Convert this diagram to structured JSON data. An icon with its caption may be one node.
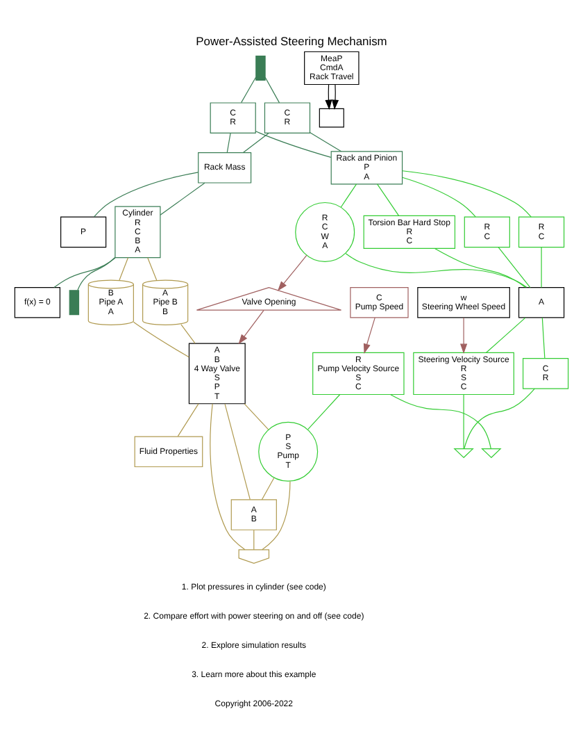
{
  "diagram": {
    "title": "Power-Assisted Steering Mechanism",
    "nodes": [
      {
        "text": [],
        "shape": "wall"
      },
      {
        "text": [
          "C",
          "R"
        ]
      },
      {
        "text": [
          "C",
          "R"
        ]
      },
      {
        "text": [
          "Rack Mass"
        ]
      },
      {
        "text": [
          "P"
        ]
      },
      {
        "text": [
          "Cylinder",
          "R",
          "C",
          "B",
          "A"
        ]
      },
      {
        "text": [
          "f(x) = 0"
        ]
      },
      {
        "text": [],
        "shape": "wall"
      },
      {
        "text": [
          "Rack and Pinion",
          "P",
          "A"
        ]
      },
      {
        "text": [
          "B",
          "Pipe A",
          "A"
        ]
      },
      {
        "text": [
          "A",
          "Pipe B",
          "B"
        ]
      },
      {
        "text": [
          "Torsion Bar Hard Stop",
          "R",
          "C"
        ]
      },
      {
        "text": [
          "R",
          "C"
        ]
      },
      {
        "text": [
          "R",
          "C"
        ]
      },
      {
        "text": [
          "R",
          "C",
          "W",
          "A"
        ]
      },
      {
        "text": [
          "Valve Opening"
        ]
      },
      {
        "text": [
          "A",
          "B",
          "4 Way Valve",
          "S",
          "P",
          "T"
        ]
      },
      {
        "text": [
          "A"
        ]
      },
      {
        "text": [
          "Steering Velocity Source",
          "R",
          "S",
          "C"
        ]
      },
      {
        "text": [
          "C",
          "R"
        ]
      },
      {
        "text": [],
        "shape": "ground"
      },
      {
        "text": [
          "w",
          "Steering Wheel Speed"
        ]
      },
      {
        "text": [
          "P",
          "S",
          "Pump",
          "T"
        ]
      },
      {
        "text": [
          "A",
          "B"
        ]
      },
      {
        "text": [],
        "shape": "tank"
      },
      {
        "text": [
          "Fluid Properties"
        ]
      },
      {
        "text": [
          "R",
          "Pump Velocity Source",
          "S",
          "C"
        ]
      },
      {
        "text": [],
        "shape": "ground"
      },
      {
        "text": [
          "C",
          "Pump Speed"
        ]
      },
      {
        "text": [
          "MeaP",
          "CmdA",
          "Rack Travel"
        ]
      },
      {
        "text": [],
        "shape": "box"
      }
    ],
    "edges": [
      {
        "from": 0,
        "to": 1,
        "arrow": "none",
        "color": "#3a7d55"
      },
      {
        "from": 0,
        "to": 2,
        "arrow": "none",
        "color": "#3a7d55"
      },
      {
        "from": 1,
        "to": 3,
        "arrow": "none",
        "color": "#3a7d55"
      },
      {
        "from": 2,
        "to": 3,
        "arrow": "none",
        "color": "#3a7d55"
      },
      {
        "from": 1,
        "to": 8,
        "arrow": "none",
        "color": "#3a7d55"
      },
      {
        "from": 2,
        "to": 8,
        "arrow": "none",
        "color": "#3a7d55"
      },
      {
        "from": 3,
        "to": 4,
        "arrow": "none",
        "color": "#3a7d55"
      },
      {
        "from": 3,
        "to": 5,
        "arrow": "none",
        "color": "#3a7d55"
      },
      {
        "from": 5,
        "to": 7,
        "arrow": "none",
        "color": "#3a7d55"
      },
      {
        "from": 5,
        "to": 6,
        "arrow": "none",
        "color": "#3a7d55"
      },
      {
        "from": 5,
        "to": 9,
        "arrow": "none",
        "color": "#b09a50"
      },
      {
        "from": 5,
        "to": 10,
        "arrow": "none",
        "color": "#b09a50"
      },
      {
        "from": 9,
        "to": 16,
        "arrow": "none",
        "color": "#b09a50"
      },
      {
        "from": 10,
        "to": 16,
        "arrow": "none",
        "color": "#b09a50"
      },
      {
        "from": 8,
        "to": 11,
        "arrow": "none"
      },
      {
        "from": 8,
        "to": 12,
        "arrow": "none"
      },
      {
        "from": 8,
        "to": 13,
        "arrow": "none"
      },
      {
        "from": 8,
        "to": 14,
        "arrow": "none"
      },
      {
        "from": 11,
        "to": 17,
        "arrow": "none"
      },
      {
        "from": 12,
        "to": 17,
        "arrow": "none"
      },
      {
        "from": 13,
        "to": 17,
        "arrow": "none"
      },
      {
        "from": 14,
        "to": 17,
        "arrow": "none"
      },
      {
        "from": 17,
        "to": 18,
        "arrow": "none"
      },
      {
        "from": 17,
        "to": 19,
        "arrow": "none"
      },
      {
        "from": 18,
        "to": 20,
        "arrow": "none"
      },
      {
        "from": 19,
        "to": 20,
        "arrow": "none"
      },
      {
        "from": 14,
        "to": 15,
        "arrow": "to",
        "color": "#a06060"
      },
      {
        "from": 15,
        "to": 16,
        "arrow": "to",
        "color": "#a06060"
      },
      {
        "from": 21,
        "to": 18,
        "arrow": "to",
        "color": "#a06060"
      },
      {
        "from": 16,
        "to": 22,
        "arrow": "none",
        "color": "#b09a50"
      },
      {
        "from": 16,
        "to": 23,
        "arrow": "none",
        "color": "#b09a50"
      },
      {
        "from": 22,
        "to": 23,
        "arrow": "none",
        "color": "#b09a50"
      },
      {
        "from": 22,
        "to": 24,
        "arrow": "none",
        "color": "#b09a50"
      },
      {
        "from": 23,
        "to": 24,
        "arrow": "none",
        "color": "#b09a50"
      },
      {
        "from": 16,
        "to": 24,
        "arrow": "none",
        "color": "#b09a50"
      },
      {
        "from": 16,
        "to": 25,
        "arrow": "none",
        "color": "#b09a50"
      },
      {
        "from": 26,
        "to": 22,
        "arrow": "none"
      },
      {
        "from": 26,
        "to": 27,
        "arrow": "none"
      },
      {
        "from": 28,
        "to": 26,
        "arrow": "to",
        "color": "#a06060"
      },
      {
        "from": 29,
        "to": 30,
        "arrow": "to",
        "color": "#000000"
      },
      {
        "from": 29,
        "to": 30,
        "arrow": "to",
        "color": "#000000"
      }
    ],
    "labels": [
      "1. Plot pressures in cylinder (see code)",
      "2. Compare effort with power steering on and off (see code)",
      "2. Explore simulation results",
      "3. Learn more about this example",
      "Copyright 2006-2022"
    ]
  }
}
